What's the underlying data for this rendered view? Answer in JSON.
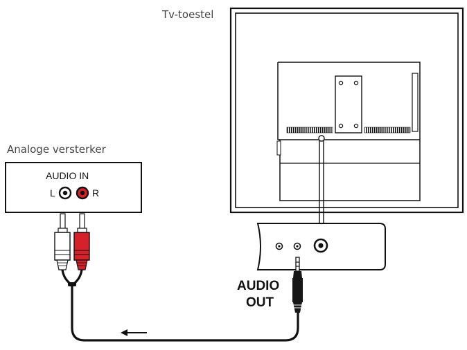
{
  "tv": {
    "label": "Tv-toestel"
  },
  "amplifier": {
    "label": "Analoge versterker",
    "input_label": "AUDIO IN",
    "left_label": "L",
    "right_label": "R"
  },
  "output": {
    "line1": "AUDIO",
    "line2": "OUT"
  },
  "colors": {
    "line": "#111111",
    "red_plug": "#d6202a",
    "white_plug": "#ffffff",
    "jack_black": "#161616"
  }
}
